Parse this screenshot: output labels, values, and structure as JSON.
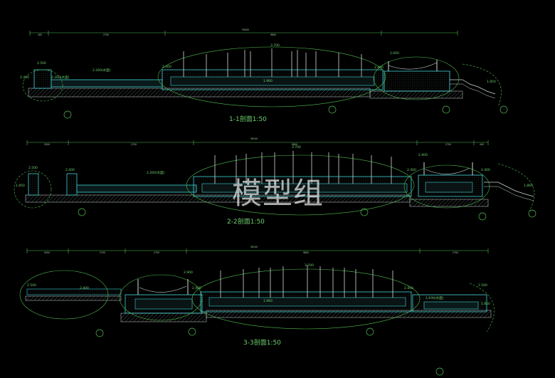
{
  "watermark": "模型组",
  "colors": {
    "background": "#000000",
    "section_line": "#ffffff",
    "water_outline": "#3fd1d6",
    "dimension_green": "#4fbf4f",
    "label_green": "#7cd67c",
    "hatch": "#7f8f8f",
    "fountain": "#d8d8d8"
  },
  "sections": [
    {
      "title": "1-1剖面1:50",
      "overall_dim": "35000",
      "segment_dims": [
        "400",
        "2700",
        "9800"
      ],
      "elevations": [
        "3.700",
        "2.500",
        "2.260(水面)",
        "2.400",
        "2.000",
        "2.400",
        "2.260(水面)",
        "1.960",
        "1.850",
        "2.400"
      ]
    },
    {
      "title": "2-2剖面1:50",
      "overall_dim": "36100",
      "segment_dims": [
        "5000",
        "2700",
        "9800",
        "2700",
        "400"
      ],
      "elevations": [
        "3.700",
        "2.500",
        "2.260(水面)",
        "2.400",
        "2.900",
        "2.400",
        "2.400",
        "1.850",
        "1.860"
      ]
    },
    {
      "title": "3-3剖面1:50",
      "overall_dim": "36100",
      "segment_dims": [
        "5000",
        "2700",
        "2700",
        "9800",
        "2700"
      ],
      "elevations": [
        "3.700",
        "2.500",
        "2.400",
        "2.900",
        "2.400",
        "2.400",
        "1.960",
        "1.930(水面)",
        "2.500",
        "1.850"
      ]
    }
  ]
}
